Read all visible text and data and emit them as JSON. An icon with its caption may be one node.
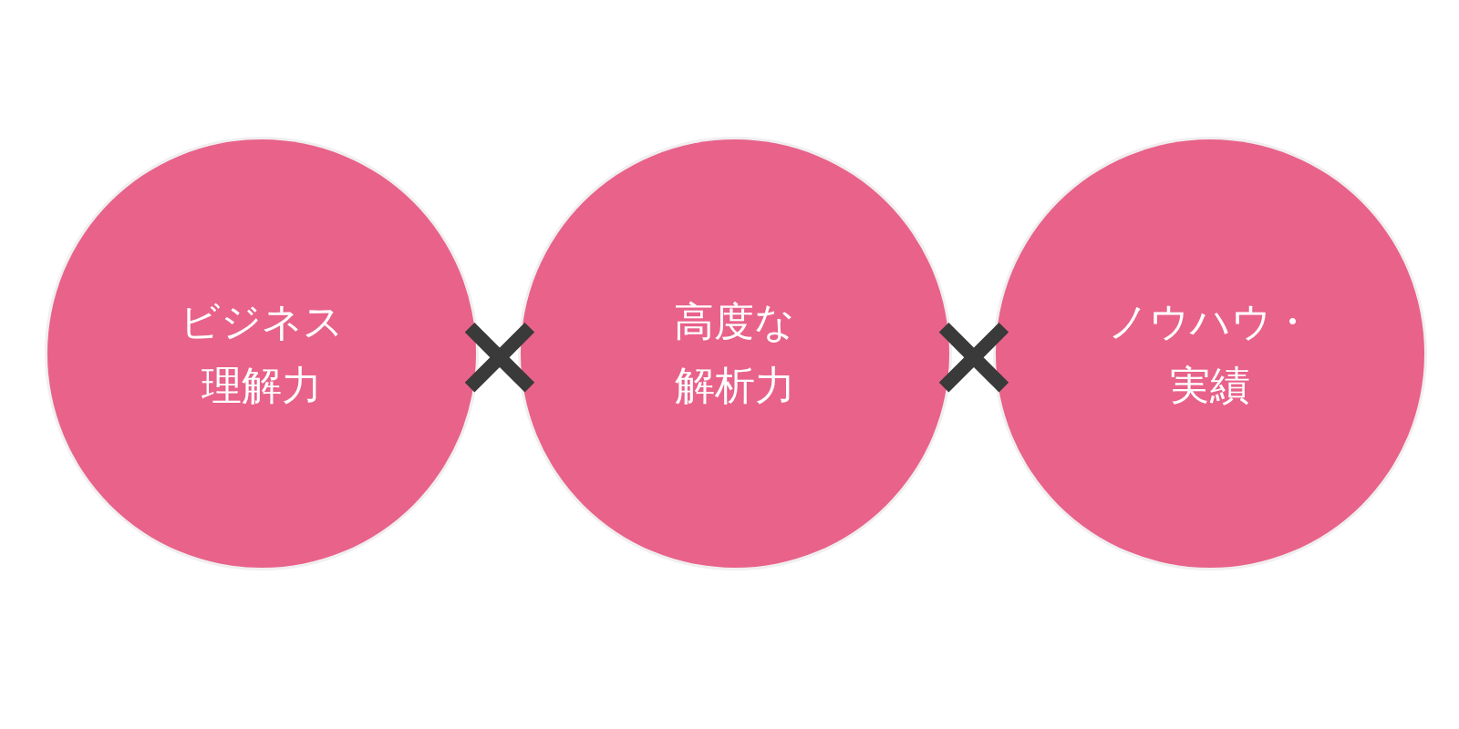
{
  "diagram": {
    "nodes": [
      {
        "text": [
          "ビジネス理解力"
        ]
      },
      {
        "text": [
          "高度な解析力"
        ]
      },
      {
        "text": [
          "ノウハウ・実績"
        ]
      }
    ],
    "labels": [
      "×",
      "×"
    ]
  }
}
